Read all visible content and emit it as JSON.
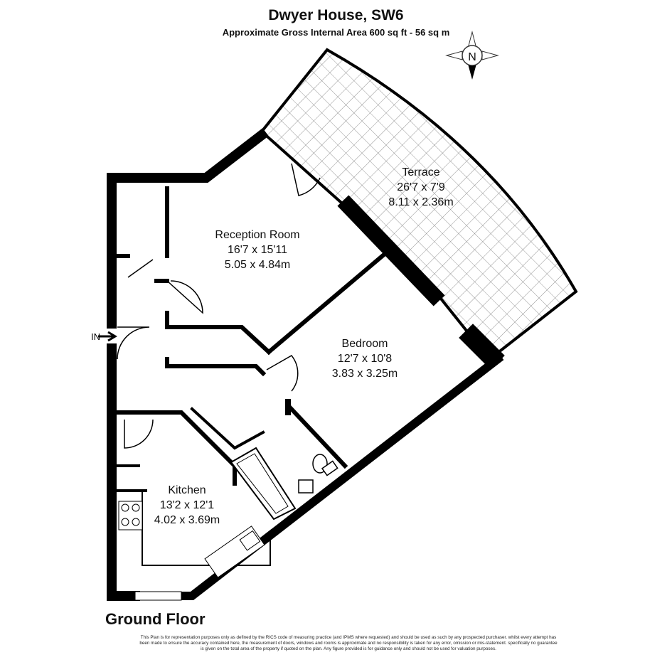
{
  "header": {
    "title": "Dwyer House, SW6",
    "subtitle": "Approximate Gross Internal Area 600 sq ft - 56 sq m"
  },
  "compass": {
    "label": "N"
  },
  "entrance": {
    "label": "IN"
  },
  "rooms": [
    {
      "name": "Terrace",
      "imperial": "26'7 x 7'9",
      "metric": "8.11 x 2.36m"
    },
    {
      "name": "Reception Room",
      "imperial": "16'7 x 15'11",
      "metric": "5.05 x 4.84m"
    },
    {
      "name": "Bedroom",
      "imperial": "12'7 x 10'8",
      "metric": "3.83 x 3.25m"
    },
    {
      "name": "Kitchen",
      "imperial": "13'2 x 12'1",
      "metric": "4.02 x 3.69m"
    }
  ],
  "footer": {
    "floor_label": "Ground Floor",
    "disclaimer": "This Plan is for representation purposes only as defined by the RICS code of measuring practice (and IPMS where requested) and should be used as such by any prospected purchaser. whilst every attempt has been made to ensure the accuracy contained here, the measurement of doors, windows and rooms is approximate and no responsibility is taken for any error, omission or mis-statement. specifically no guarantee is given on the total area of the property if quoted on the plan. Any figure provided is for guidance only and should not be used for valuation purposes."
  }
}
